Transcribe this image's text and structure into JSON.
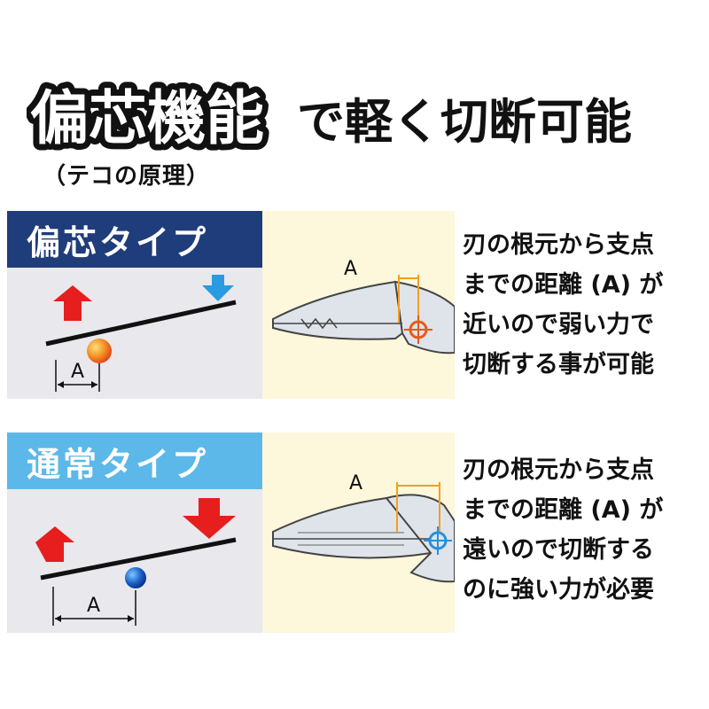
{
  "headline": {
    "emphasis": "偏芯機能",
    "rest": "で軽く切断可能"
  },
  "subtitle": "（テコの原理）",
  "panels": [
    {
      "type_label": "偏芯タイプ",
      "dimension_label": "A",
      "plier_label": "A",
      "description_lines": [
        "刃の根元から支点",
        "までの距離 (A) が",
        "近いので弱い力で",
        "切断する事が可能"
      ],
      "colors": {
        "label_bg": "#1f3d7a",
        "fulcrum": "#f08a1e",
        "pivot": "#e85a1a"
      }
    },
    {
      "type_label": "通常タイプ",
      "dimension_label": "A",
      "plier_label": "A",
      "description_lines": [
        "刃の根元から支点",
        "までの距離 (A) が",
        "遠いので切断する",
        "のに強い力が必要"
      ],
      "colors": {
        "label_bg": "#5cb8e8",
        "fulcrum": "#1a5ec8",
        "pivot": "#2a8ee0"
      }
    }
  ],
  "icons": [
    "up-arrow-icon",
    "down-arrow-icon",
    "fulcrum-ball-icon",
    "pivot-target-icon"
  ]
}
